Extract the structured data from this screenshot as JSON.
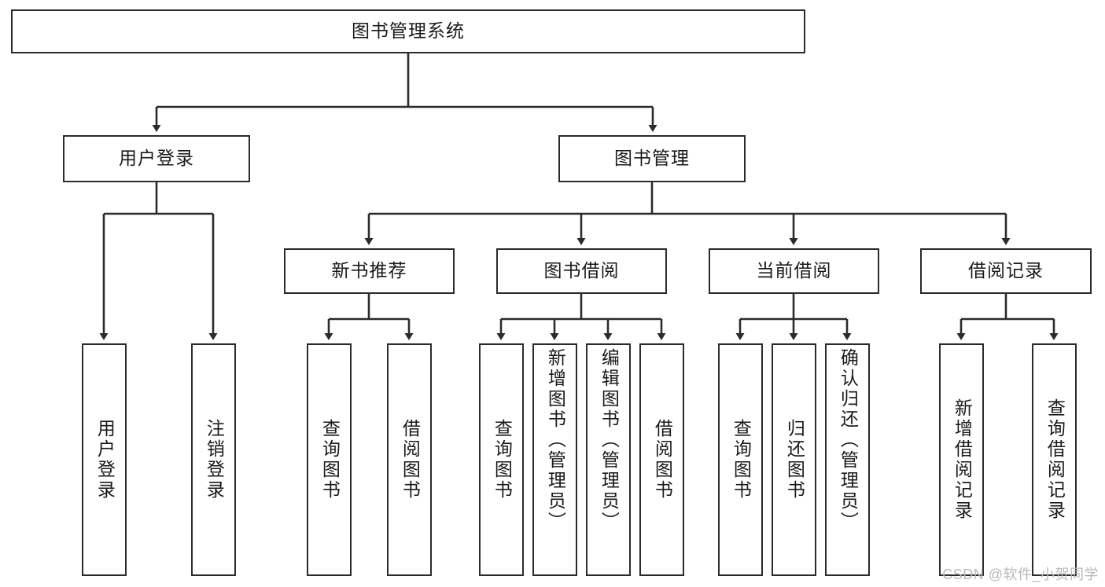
{
  "diagram": {
    "title_node": {
      "id": "root",
      "label": "图书管理系统"
    },
    "level2": [
      {
        "id": "user-login",
        "label": "用户登录"
      },
      {
        "id": "book-manage",
        "label": "图书管理"
      }
    ],
    "level3": [
      {
        "id": "new-book-recommend",
        "label": "新书推荐"
      },
      {
        "id": "book-borrow",
        "label": "图书借阅"
      },
      {
        "id": "current-borrow",
        "label": "当前借阅"
      },
      {
        "id": "borrow-record",
        "label": "借阅记录"
      }
    ],
    "leaves": [
      {
        "id": "leaf-user-login",
        "label": "用户登录"
      },
      {
        "id": "leaf-logout-login",
        "label": "注销登录"
      },
      {
        "id": "leaf-query-book-1",
        "label": "查询图书"
      },
      {
        "id": "leaf-borrow-book-1",
        "label": "借阅图书"
      },
      {
        "id": "leaf-query-book-2",
        "label": "查询图书"
      },
      {
        "id": "leaf-add-book-admin",
        "label": "新增图书（管理员）"
      },
      {
        "id": "leaf-edit-book-admin",
        "label": "编辑图书（管理员）"
      },
      {
        "id": "leaf-borrow-book-2",
        "label": "借阅图书"
      },
      {
        "id": "leaf-query-book-3",
        "label": "查询图书"
      },
      {
        "id": "leaf-return-book",
        "label": "归还图书"
      },
      {
        "id": "leaf-confirm-return-admin",
        "label": "确认归还（管理员）"
      },
      {
        "id": "leaf-add-borrow-record",
        "label": "新增借阅记录"
      },
      {
        "id": "leaf-query-borrow-record",
        "label": "查询借阅记录"
      }
    ]
  },
  "watermark": {
    "text": "CSDN @软件_小贺同学"
  },
  "colors": {
    "stroke": "#2b2b2b",
    "fill": "#ffffff",
    "text": "#1a1a1a",
    "watermark": "#b9b9b9"
  }
}
